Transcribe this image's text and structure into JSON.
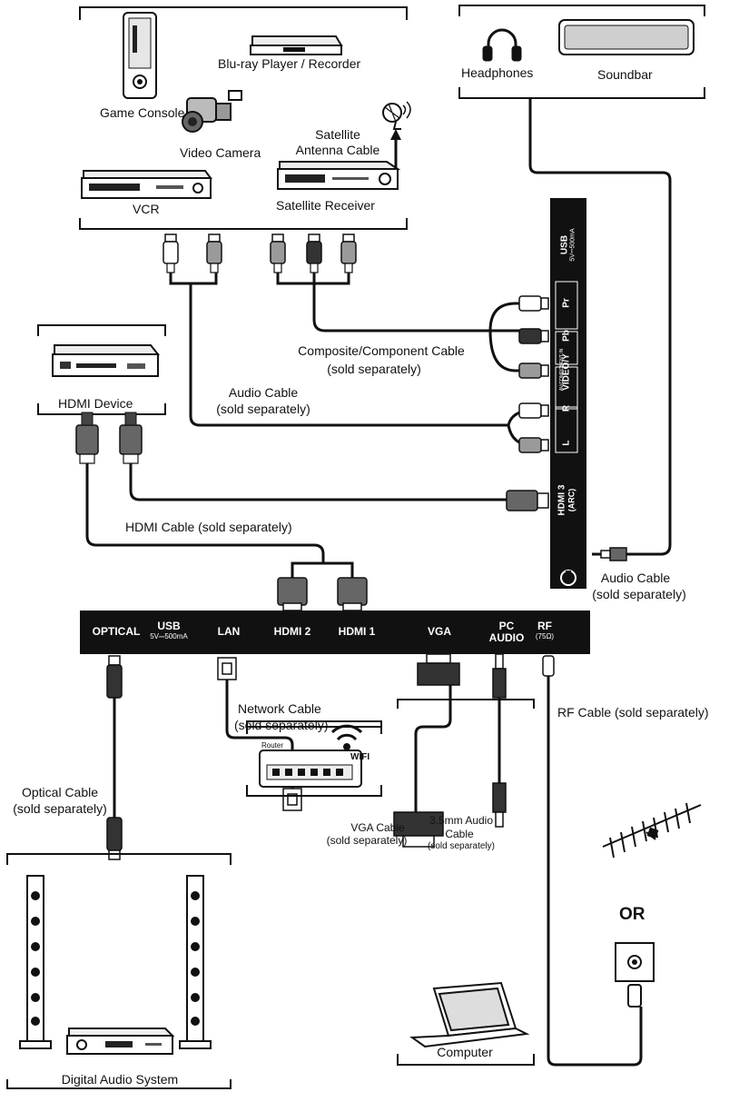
{
  "devices": {
    "game_console": "Game Console",
    "bluray": "Blu-ray Player / Recorder",
    "video_camera": "Video Camera",
    "satellite_antenna_cable": "Satellite\nAntenna Cable",
    "vcr": "VCR",
    "satellite_receiver": "Satellite Receiver",
    "headphones": "Headphones",
    "soundbar": "Soundbar",
    "hdmi_device": "HDMI Device",
    "digital_audio_system": "Digital Audio System",
    "computer": "Computer",
    "router": "Router",
    "wifi": "WIFI",
    "or": "OR"
  },
  "cables": {
    "composite_component": "Composite/Component Cable",
    "composite_component_note": "(sold separately)",
    "audio": "Audio Cable",
    "audio_note": "(sold separately)",
    "hdmi": "HDMI Cable (sold separately)",
    "audio_right": "Audio Cable",
    "audio_right_note": "(sold separately)",
    "network": "Network Cable",
    "network_note": "(sold separately)",
    "rf": "RF Cable (sold separately)",
    "optical": "Optical Cable",
    "optical_note": "(sold separately)",
    "vga": "VGA Cable",
    "vga_note": "(sold separately)",
    "audio35": "3.5mm Audio",
    "audio35_line2": "Cable",
    "audio35_note": "(sold separately)"
  },
  "ports_bottom": {
    "optical": "OPTICAL",
    "usb": "USB",
    "usb_spec": "5V⎓500mA",
    "lan": "LAN",
    "hdmi2": "HDMI 2",
    "hdmi1": "HDMI 1",
    "vga": "VGA",
    "pc_audio_l1": "PC",
    "pc_audio_l2": "AUDIO",
    "rf": "RF",
    "rf_spec": "(75Ω)"
  },
  "ports_side": {
    "usb": "USB",
    "usb_spec": "5V⎓500mA",
    "pr": "Pr",
    "pb": "Pb",
    "video_y": "VIDEO/Y",
    "av_note": "AV/COMPONENT IN",
    "r": "R",
    "l": "L",
    "hdmi3": "HDMI 3",
    "arc": "(ARC)"
  },
  "colors": {
    "panel": "#111111",
    "cable": "#1a1a1a",
    "plug_white": "#ffffff",
    "plug_grey": "#9a9a9a",
    "plug_dark": "#333333"
  }
}
